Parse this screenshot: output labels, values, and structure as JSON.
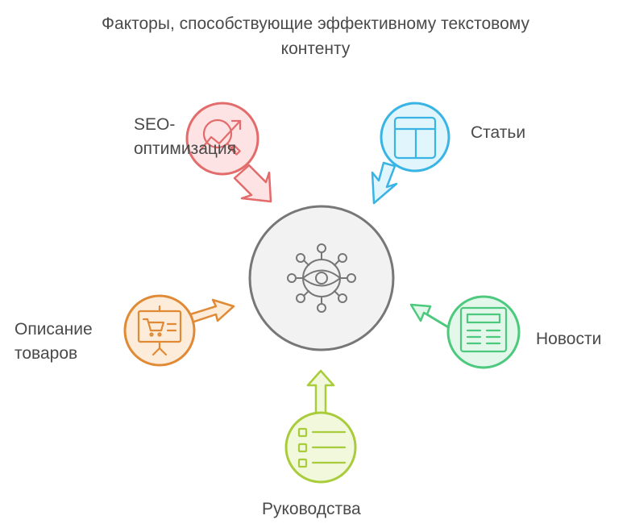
{
  "title": {
    "line1": "Факторы, способствующие эффективному текстовому",
    "line2": "контенту"
  },
  "nodes": {
    "seo": {
      "line1": "SEO-",
      "line2": "оптимизация",
      "icon": "chart-magnifier-icon",
      "color": "#e36b6b",
      "fill": "#fde3e3"
    },
    "articles": {
      "label": "Статьи",
      "icon": "layout-icon",
      "color": "#3ab4e4",
      "fill": "#e0f5fc"
    },
    "news": {
      "label": "Новости",
      "icon": "newspaper-icon",
      "color": "#4cc97c",
      "fill": "#e3f8eb"
    },
    "guides": {
      "label": "Руководства",
      "icon": "checklist-icon",
      "color": "#a8cc3a",
      "fill": "#f2f8dc"
    },
    "products": {
      "line1": "Описание",
      "line2": "товаров",
      "icon": "presentation-cart-icon",
      "color": "#e08a36",
      "fill": "#fcecd9"
    }
  },
  "center": {
    "icon": "eye-network-icon",
    "color": "#777777",
    "fill": "#f2f2f2"
  }
}
